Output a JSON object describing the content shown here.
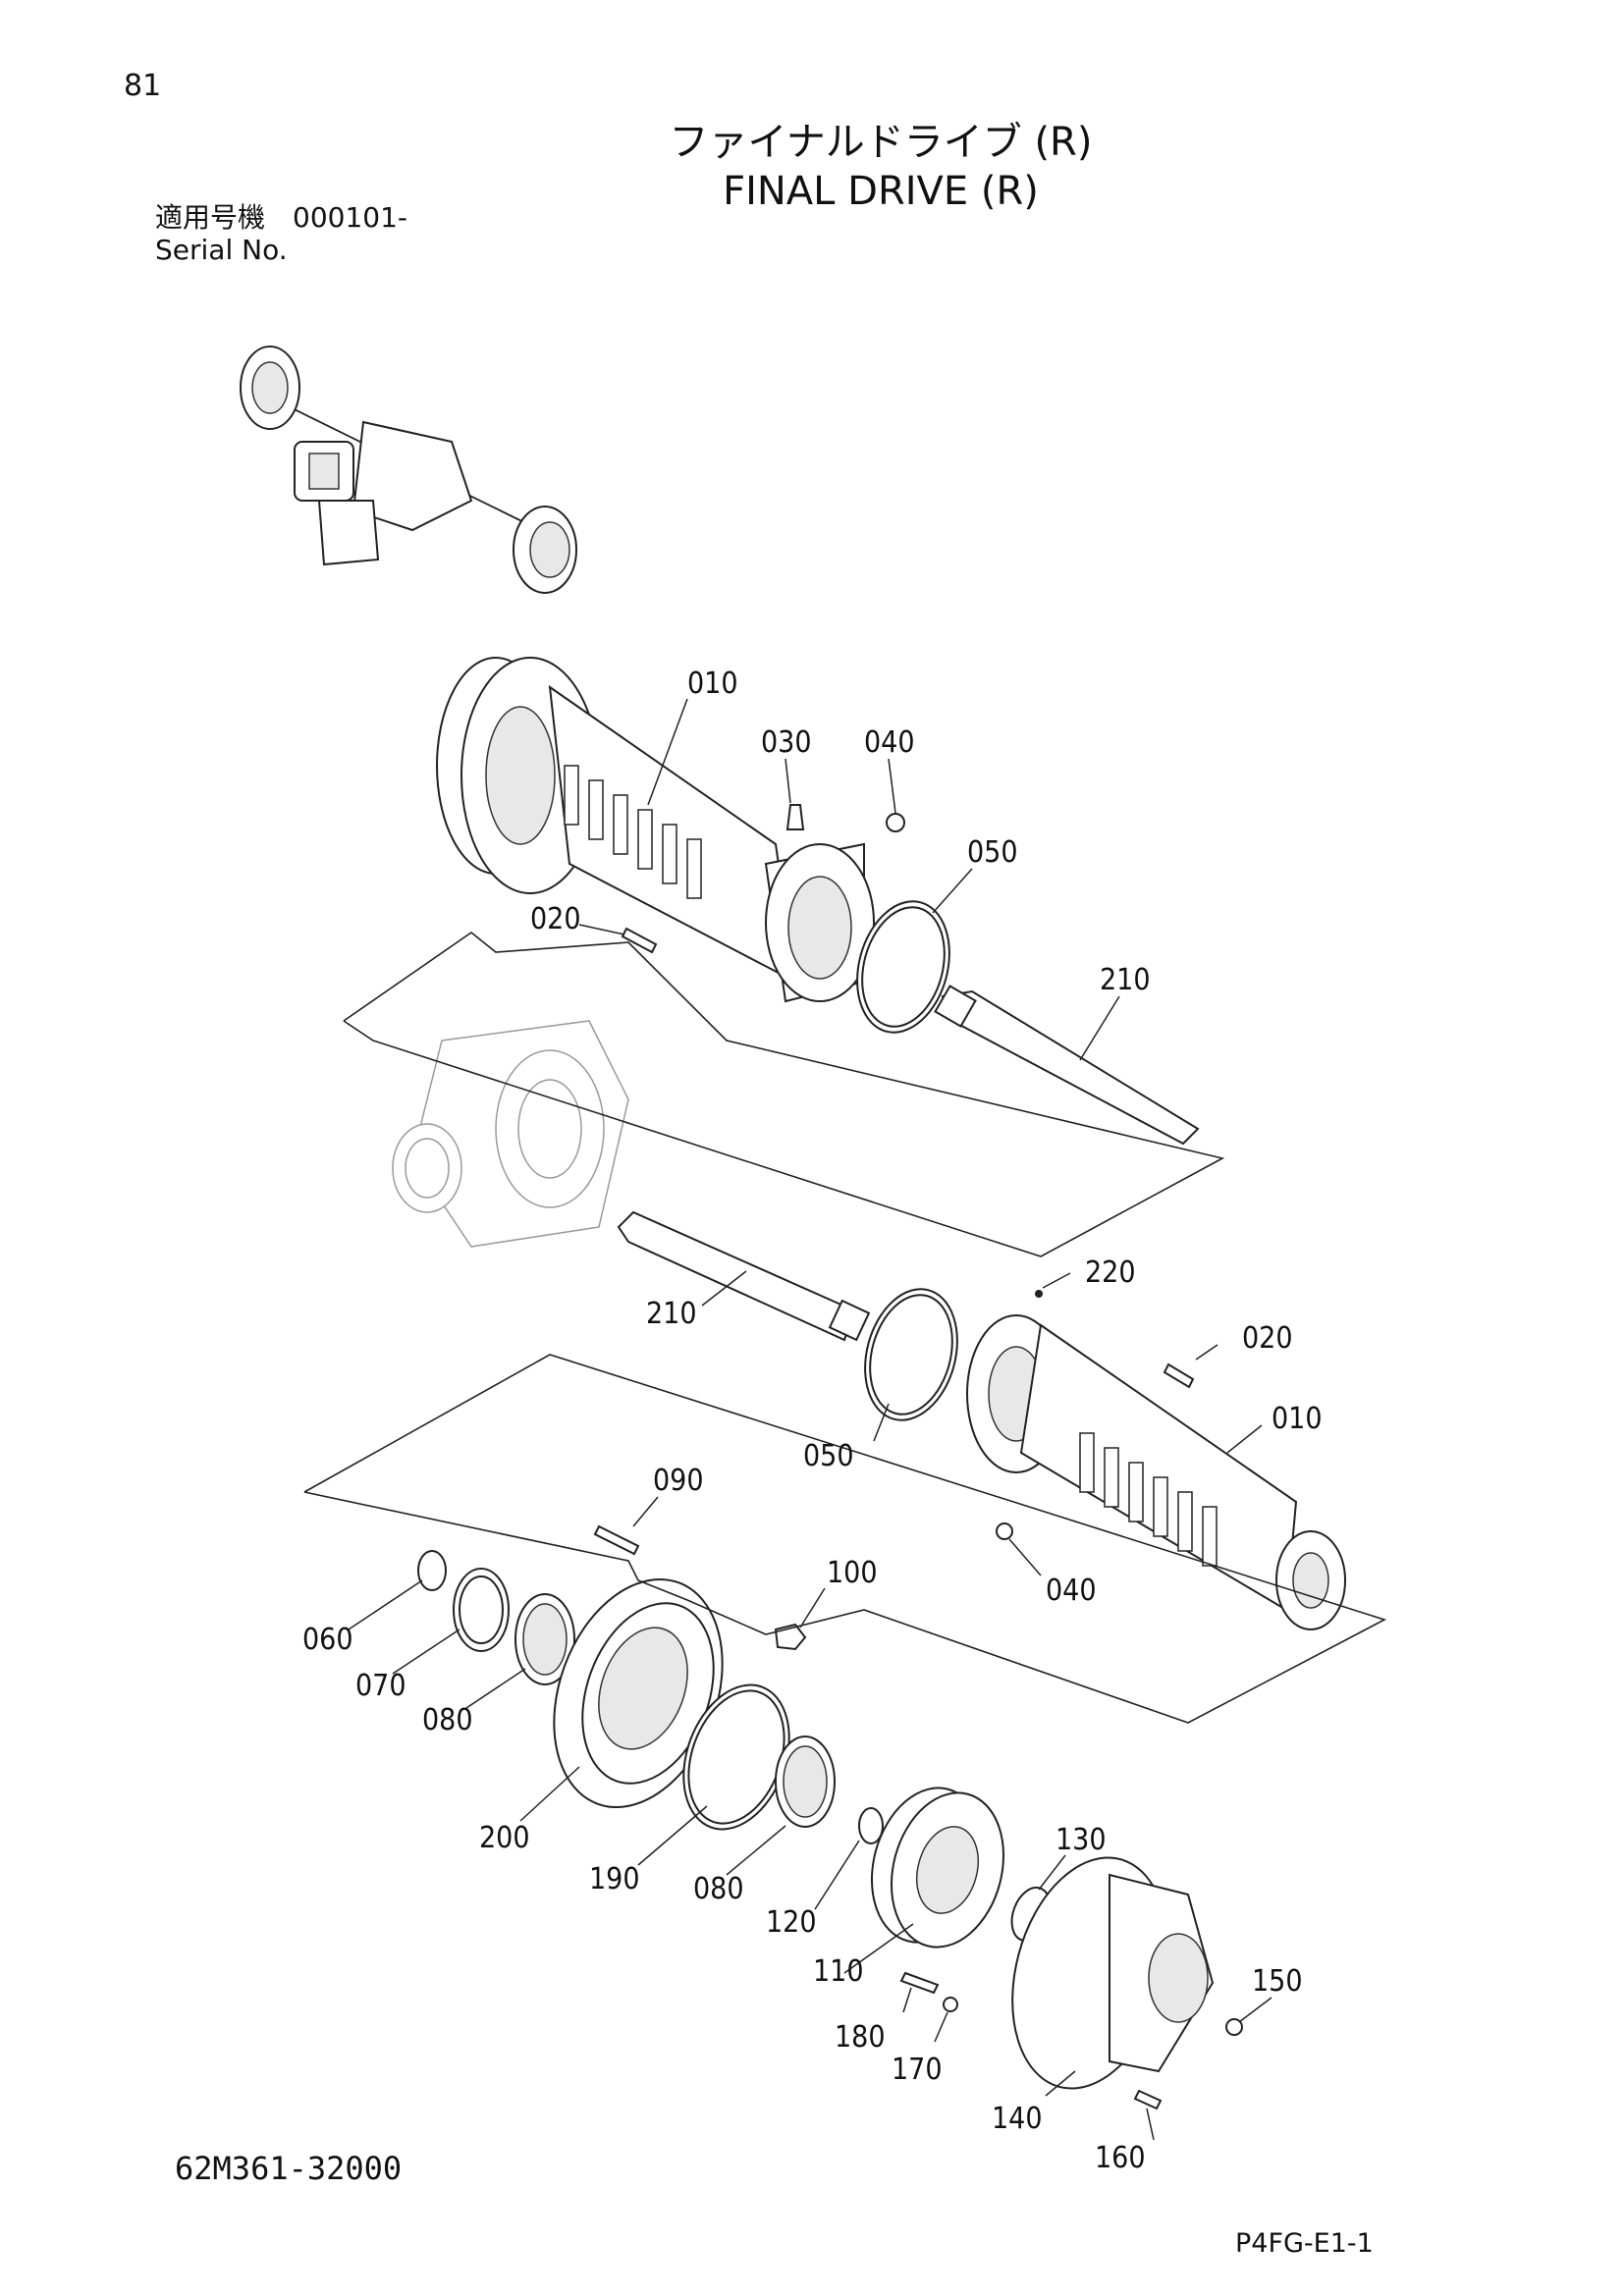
{
  "page_number": "81",
  "title_jp": "ファイナルドライブ (R)",
  "title_en": "FINAL DRIVE (R)",
  "serial_label_jp": "適用号機　000101-",
  "serial_label_en": "Serial No.",
  "part_number": "62M361-32000",
  "page_code": "P4FG-E1-1",
  "callouts": {
    "c010a": "010",
    "c030": "030",
    "c040a": "040",
    "c050a": "050",
    "c020a": "020",
    "c210a": "210",
    "c210b": "210",
    "c220": "220",
    "c020b": "020",
    "c010b": "010",
    "c050b": "050",
    "c040b": "040",
    "c090": "090",
    "c100": "100",
    "c060": "060",
    "c070": "070",
    "c080a": "080",
    "c200": "200",
    "c190": "190",
    "c080b": "080",
    "c120": "120",
    "c130": "130",
    "c110": "110",
    "c150": "150",
    "c180": "180",
    "c170": "170",
    "c140": "140",
    "c160": "160"
  }
}
